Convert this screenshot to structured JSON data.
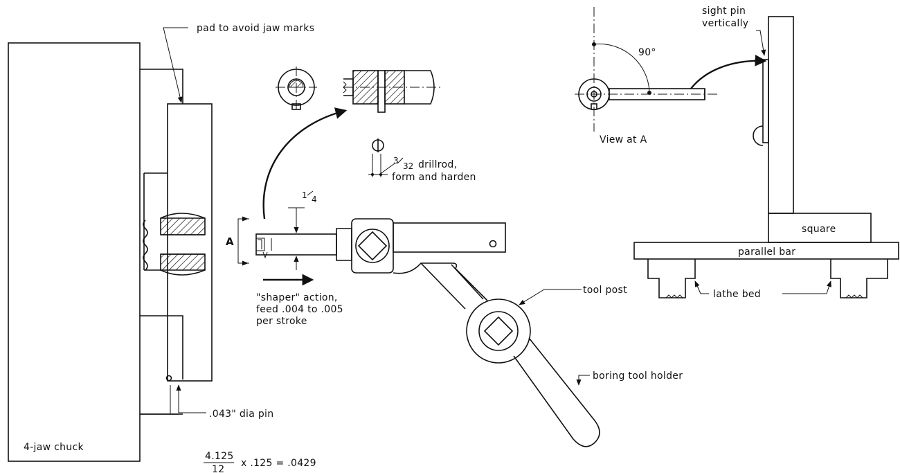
{
  "labels": {
    "pad": "pad to avoid jaw marks",
    "chuck": "4-jaw chuck",
    "pin": ".043\" dia pin",
    "formula_num": "4.125",
    "formula_den": "12",
    "formula_rest": "x .125 = .0429",
    "dim_A": "A",
    "quarter_num": "1",
    "quarter_den": "4",
    "shaper_1": "\"shaper\" action,",
    "shaper_2": "feed .004 to .005",
    "shaper_3": "per stroke",
    "drill_num": "3",
    "drill_den": "32",
    "drill_1": "drillrod,",
    "drill_2": "form and harden",
    "tool_post": "tool post",
    "boring": "boring tool holder",
    "sight_1": "sight pin",
    "sight_2": "vertically",
    "angle": "90°",
    "view": "View at A",
    "square": "square",
    "parallel": "parallel bar",
    "lathe": "lathe bed"
  }
}
